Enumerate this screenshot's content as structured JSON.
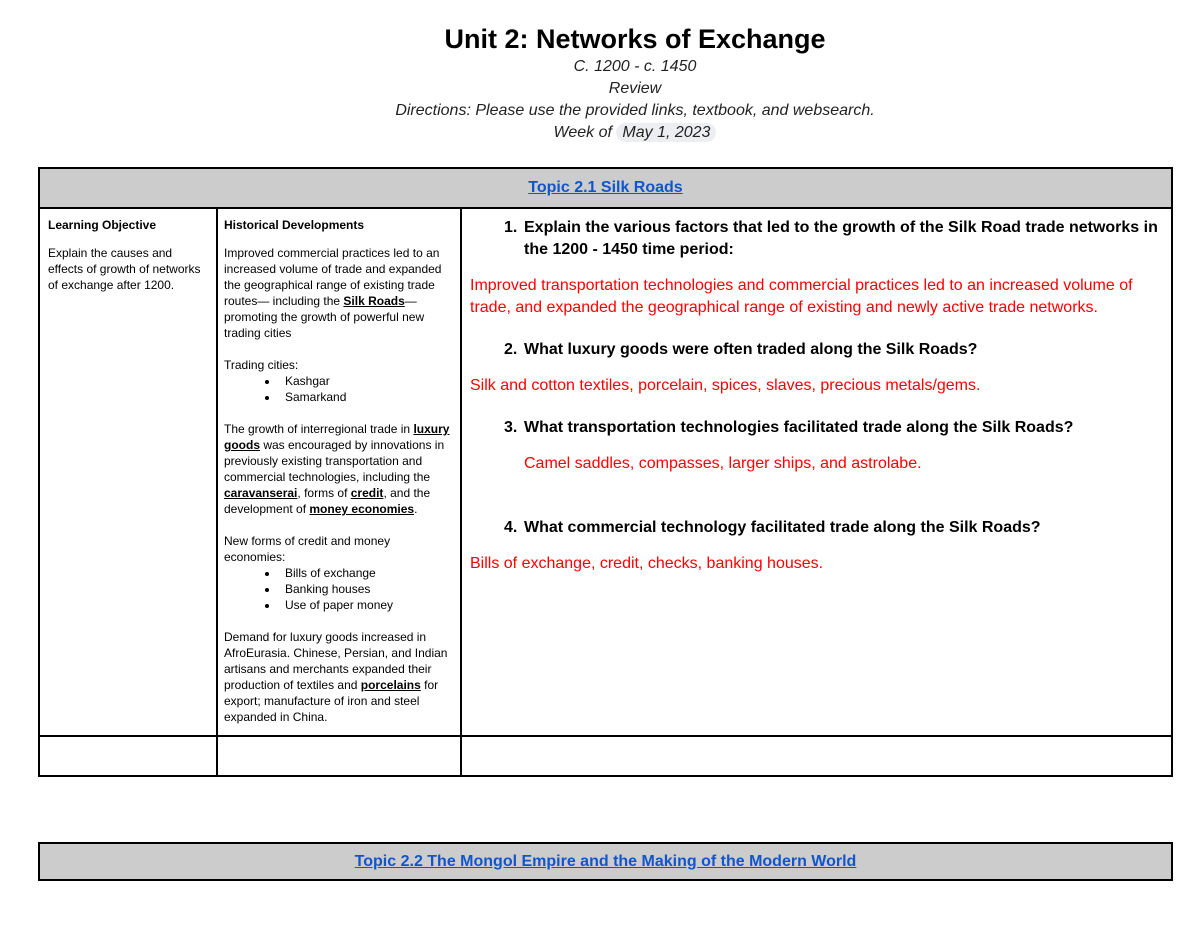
{
  "header": {
    "title": "Unit 2: Networks of Exchange",
    "period": "C. 1200 - c. 1450",
    "subtitle": "Review",
    "directions": "Directions: Please use the provided links, textbook, and websearch.",
    "week_label": "Week of",
    "week_date": "May 1, 2023"
  },
  "topic1": {
    "heading": "Topic 2.1 Silk Roads",
    "learning_objective": {
      "heading": "Learning Objective",
      "text": "Explain the causes and effects of growth of networks of exchange after 1200."
    },
    "historical_developments": {
      "heading": "Historical Developments",
      "p1_a": "Improved commercial practices led to an increased volume of trade and expanded the geographical range of existing trade routes— including the ",
      "p1_kw": "Silk Roads",
      "p1_b": "—promoting the growth of powerful new trading cities",
      "cities_label": "Trading cities:",
      "cities": [
        "Kashgar",
        "Samarkand"
      ],
      "p2_a": "The growth of interregional trade in ",
      "p2_kw1": "luxury goods",
      "p2_b": " was encouraged by innovations in previously existing transportation and commercial technologies, including the ",
      "p2_kw2": "caravanserai",
      "p2_c": ", forms of ",
      "p2_kw3": "credit",
      "p2_d": ", and the development of ",
      "p2_kw4": "money economies",
      "p2_e": ".",
      "credit_label": "New forms of credit and money economies:",
      "credit_items": [
        "Bills of exchange",
        "Banking houses",
        "Use of paper money"
      ],
      "p3_a": "Demand for luxury goods increased in AfroEurasia. Chinese, Persian, and Indian artisans and merchants expanded their production of textiles and ",
      "p3_kw": "porcelains",
      "p3_b": " for export; manufacture of iron and steel expanded in China."
    },
    "questions": [
      {
        "num": "1.",
        "text": "Explain the various factors that led to the growth of the Silk Road trade networks in the 1200 - 1450 time period:",
        "answer": "Improved transportation technologies and commercial practices led to an increased volume of trade, and expanded the geographical range of existing and newly active trade networks."
      },
      {
        "num": "2.",
        "text": "What luxury goods were often traded along the Silk Roads?",
        "answer": "Silk and cotton textiles, porcelain, spices, slaves, precious metals/gems."
      },
      {
        "num": "3.",
        "text": "What transportation technologies facilitated trade along the Silk Roads?",
        "answer": "Camel saddles, compasses, larger ships, and astrolabe."
      },
      {
        "num": "4.",
        "text": "What commercial technology facilitated trade along the Silk Roads?",
        "answer": "Bills of exchange, credit, checks, banking houses."
      }
    ]
  },
  "topic2": {
    "heading": "Topic 2.2 The Mongol Empire and the Making of the Modern World"
  },
  "colors": {
    "link": "#1155cc",
    "answer": "#ff0000",
    "header_fill": "#cccccc"
  }
}
